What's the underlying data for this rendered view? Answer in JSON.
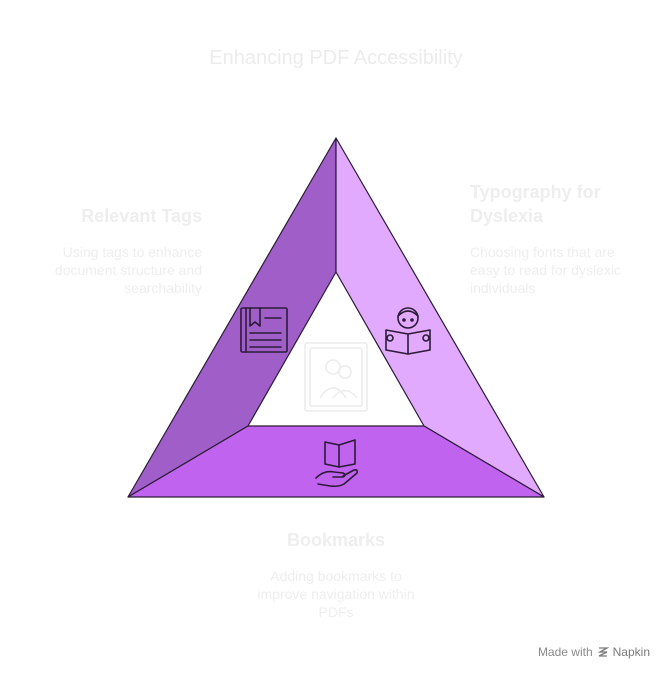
{
  "title": "Enhancing PDF Accessibility",
  "sections": {
    "relevant_tags": {
      "heading": "Relevant Tags",
      "description": "Using tags to enhance document structure and searchability",
      "icon": "tagged-document-icon"
    },
    "typography": {
      "heading": "Typography for Dyslexia",
      "description": "Choosing fonts that are easy to read for dyslexic individuals",
      "icon": "person-reading-icon"
    },
    "bookmarks": {
      "heading": "Bookmarks",
      "description": "Adding bookmarks to improve navigation within PDFs",
      "icon": "hand-holding-book-icon"
    }
  },
  "center_icon": "people-in-frame-icon",
  "colors": {
    "left_side": "#a05ec8",
    "right_side": "#e2aaff",
    "bottom_side": "#c064f0",
    "outline": "#2b1b35",
    "faint_text": "#eeeeee"
  },
  "footer": {
    "made_with": "Made with",
    "app": "Napkin"
  }
}
